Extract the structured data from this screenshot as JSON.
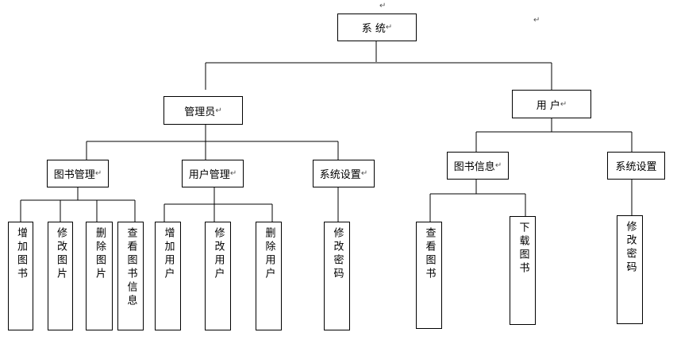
{
  "root": {
    "label": "系 统"
  },
  "admin": {
    "label": "管理员",
    "groups": [
      {
        "label": "图书管理",
        "children": [
          "增加图书",
          "修改图片",
          "删除图片",
          "查看图书信息"
        ]
      },
      {
        "label": "用户管理",
        "children": [
          "增加用户",
          "修改用户",
          "删除用户"
        ]
      },
      {
        "label": "系统设置",
        "children": [
          "修改密码"
        ]
      }
    ]
  },
  "user": {
    "label": "用 户",
    "groups": [
      {
        "label": "图书信息",
        "children": [
          "查看图书",
          "下载图书"
        ]
      },
      {
        "label": "系统设置",
        "children": [
          "修改密码"
        ]
      }
    ]
  },
  "paragraph_mark": "↵"
}
